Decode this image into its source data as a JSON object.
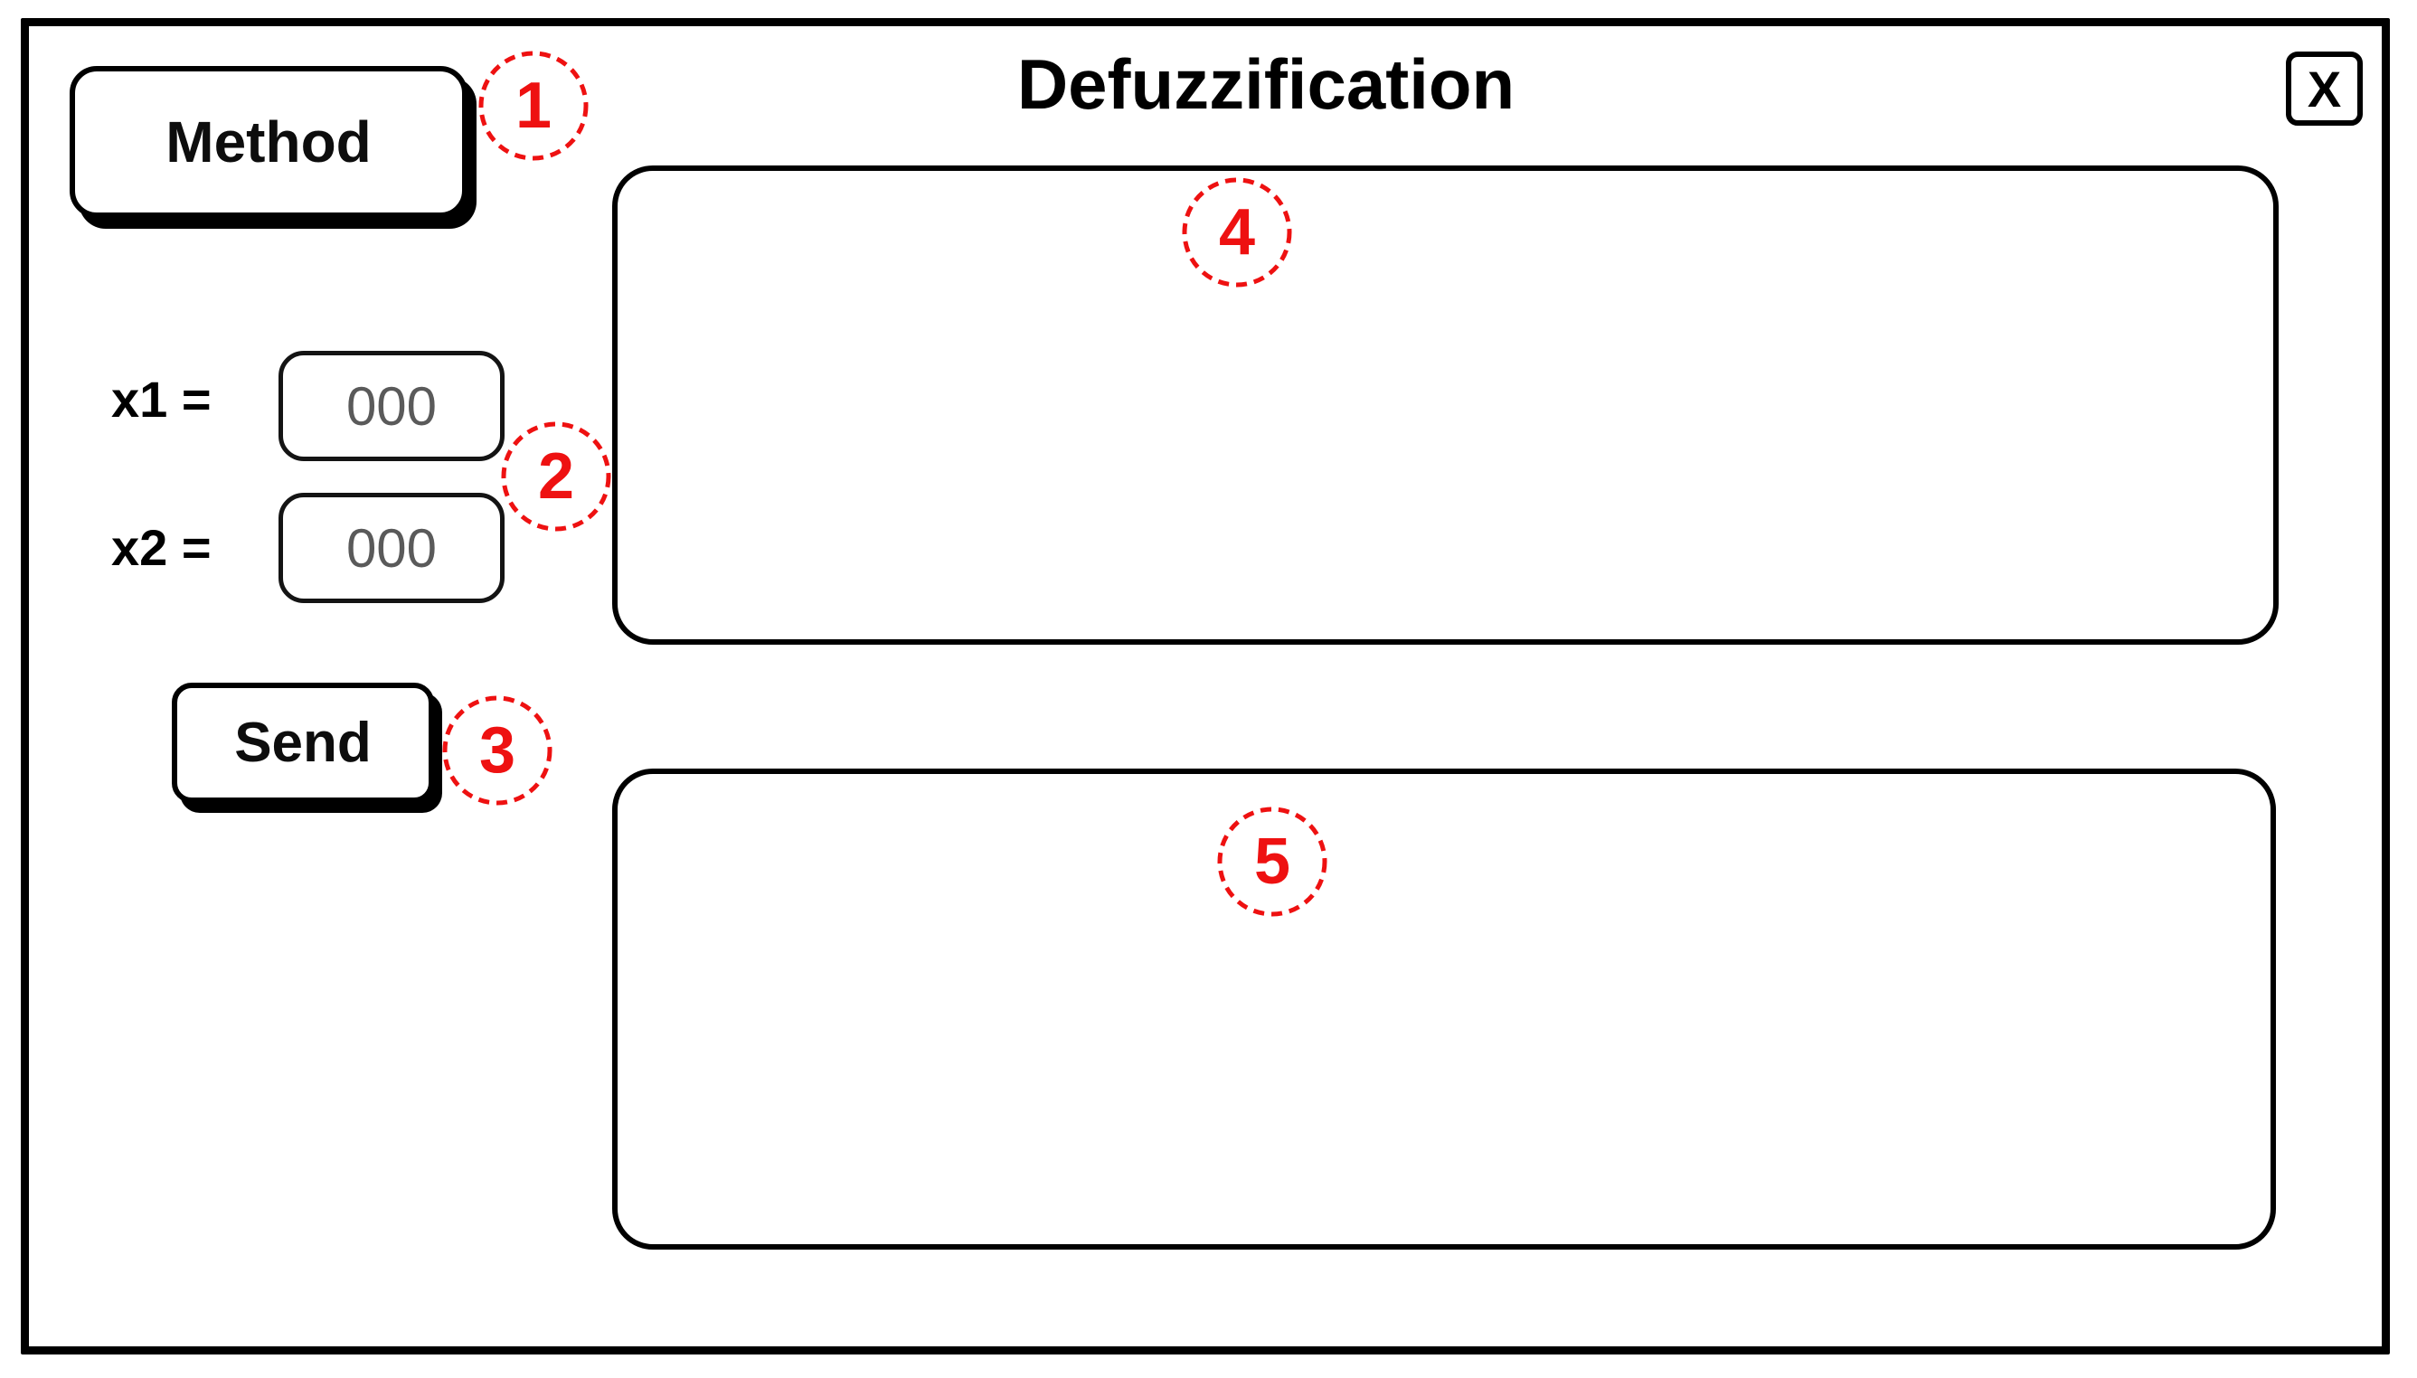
{
  "colors": {
    "annotation_red": "#ee1111",
    "border_black": "#000000"
  },
  "window": {
    "title": "Defuzzification",
    "close_label": "X"
  },
  "buttons": {
    "method": "Method",
    "send": "Send"
  },
  "fields": [
    {
      "label": "x1 =",
      "value": "000"
    },
    {
      "label": "x2 =",
      "value": "000"
    }
  ],
  "annotations": [
    {
      "number": "1"
    },
    {
      "number": "2"
    },
    {
      "number": "3"
    },
    {
      "number": "4"
    },
    {
      "number": "5"
    }
  ]
}
